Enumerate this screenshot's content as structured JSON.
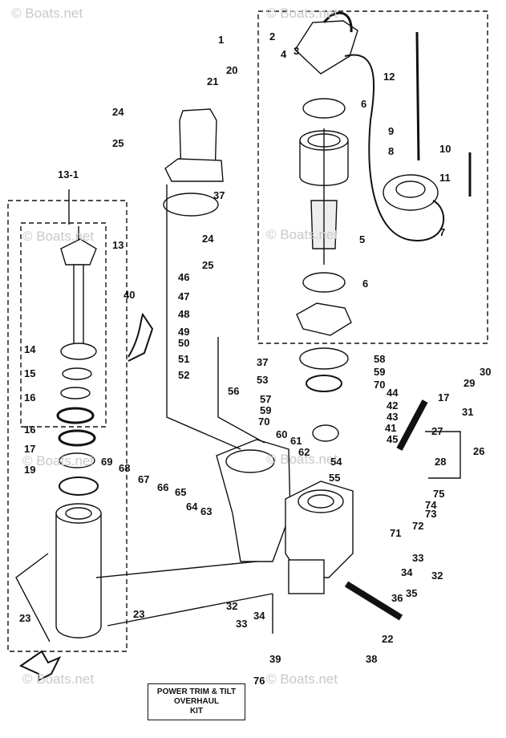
{
  "watermark": "© Boats.net",
  "kit_label": [
    "POWER TRIM & TILT",
    "OVERHAUL",
    "KIT"
  ],
  "front_marker": "FWD",
  "part_numbers": [
    "1",
    "2",
    "3",
    "4",
    "5",
    "6",
    "7",
    "8",
    "9",
    "10",
    "11",
    "12",
    "13",
    "13-1",
    "14",
    "15",
    "16",
    "17",
    "19",
    "20",
    "21",
    "22",
    "23",
    "24",
    "25",
    "26",
    "27",
    "28",
    "29",
    "30",
    "31",
    "32",
    "33",
    "34",
    "35",
    "36",
    "37",
    "38",
    "39",
    "40",
    "41",
    "42",
    "43",
    "44",
    "45",
    "46",
    "47",
    "48",
    "49",
    "50",
    "51",
    "52",
    "53",
    "54",
    "55",
    "56",
    "57",
    "58",
    "59",
    "60",
    "61",
    "62",
    "63",
    "64",
    "65",
    "66",
    "67",
    "68",
    "69",
    "70",
    "71",
    "72",
    "73",
    "74",
    "75",
    "76"
  ]
}
